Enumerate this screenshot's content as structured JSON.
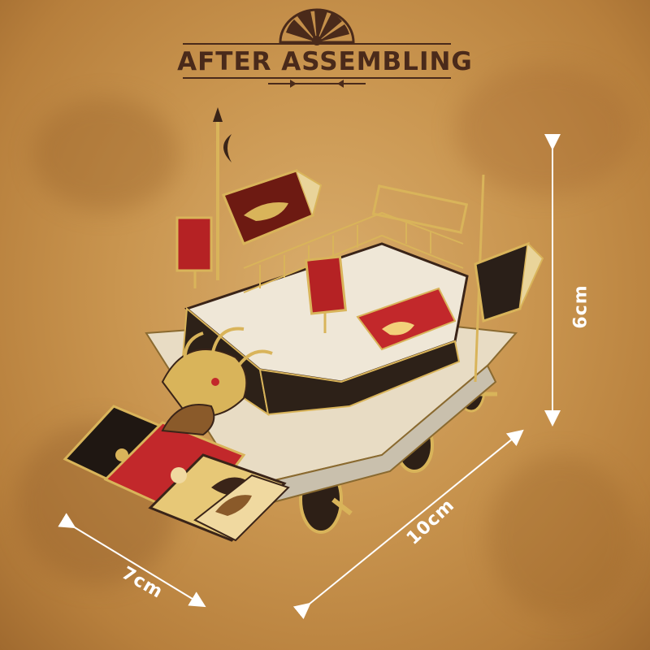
{
  "header": {
    "title": "AFTER ASSEMBLING"
  },
  "dimensions": {
    "height": "6cm",
    "length": "10cm",
    "width": "7cm"
  },
  "colors": {
    "background": "#c9954f",
    "title": "#4a2a1a",
    "gold": "#d9b45a",
    "red": "#c2282b",
    "dark": "#3a2418"
  },
  "image": {
    "subject": "assembled metal model of an ancient Chinese dragon war chariot with banners"
  }
}
